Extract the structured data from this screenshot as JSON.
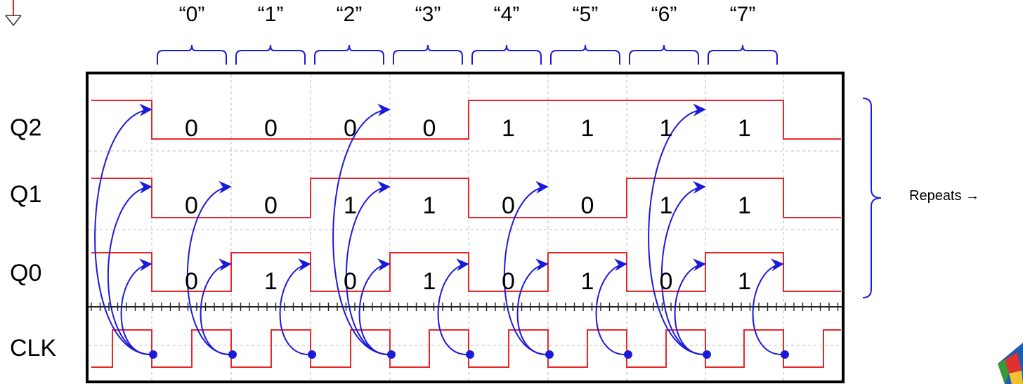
{
  "state_labels": [
    "“0”",
    "“1”",
    "“2”",
    "“3”",
    "“4”",
    "“5”",
    "“6”",
    "“7”"
  ],
  "signals": {
    "Q2": {
      "label": "Q2",
      "levels": [
        1,
        0,
        0,
        0,
        0,
        1,
        1,
        1,
        1,
        0
      ]
    },
    "Q1": {
      "label": "Q1",
      "levels": [
        1,
        0,
        0,
        1,
        1,
        0,
        0,
        1,
        1,
        0
      ]
    },
    "Q0": {
      "label": "Q0",
      "levels": [
        1,
        0,
        1,
        0,
        1,
        0,
        1,
        0,
        1,
        0
      ]
    },
    "CLK": {
      "label": "CLK"
    }
  },
  "bit_values": {
    "Q2": [
      "0",
      "0",
      "0",
      "0",
      "1",
      "1",
      "1",
      "1"
    ],
    "Q1": [
      "0",
      "0",
      "1",
      "1",
      "0",
      "0",
      "1",
      "1"
    ],
    "Q0": [
      "0",
      "1",
      "0",
      "1",
      "0",
      "1",
      "0",
      "1"
    ]
  },
  "repeats_label": "Repeats →",
  "colors": {
    "trace": "#e8262a",
    "arrow": "#1a1adb",
    "grid": "#bbbbbb",
    "frame": "#000000",
    "text": "#000000"
  },
  "icons": {
    "ground": "ground-icon",
    "logo": "logo-icon"
  }
}
